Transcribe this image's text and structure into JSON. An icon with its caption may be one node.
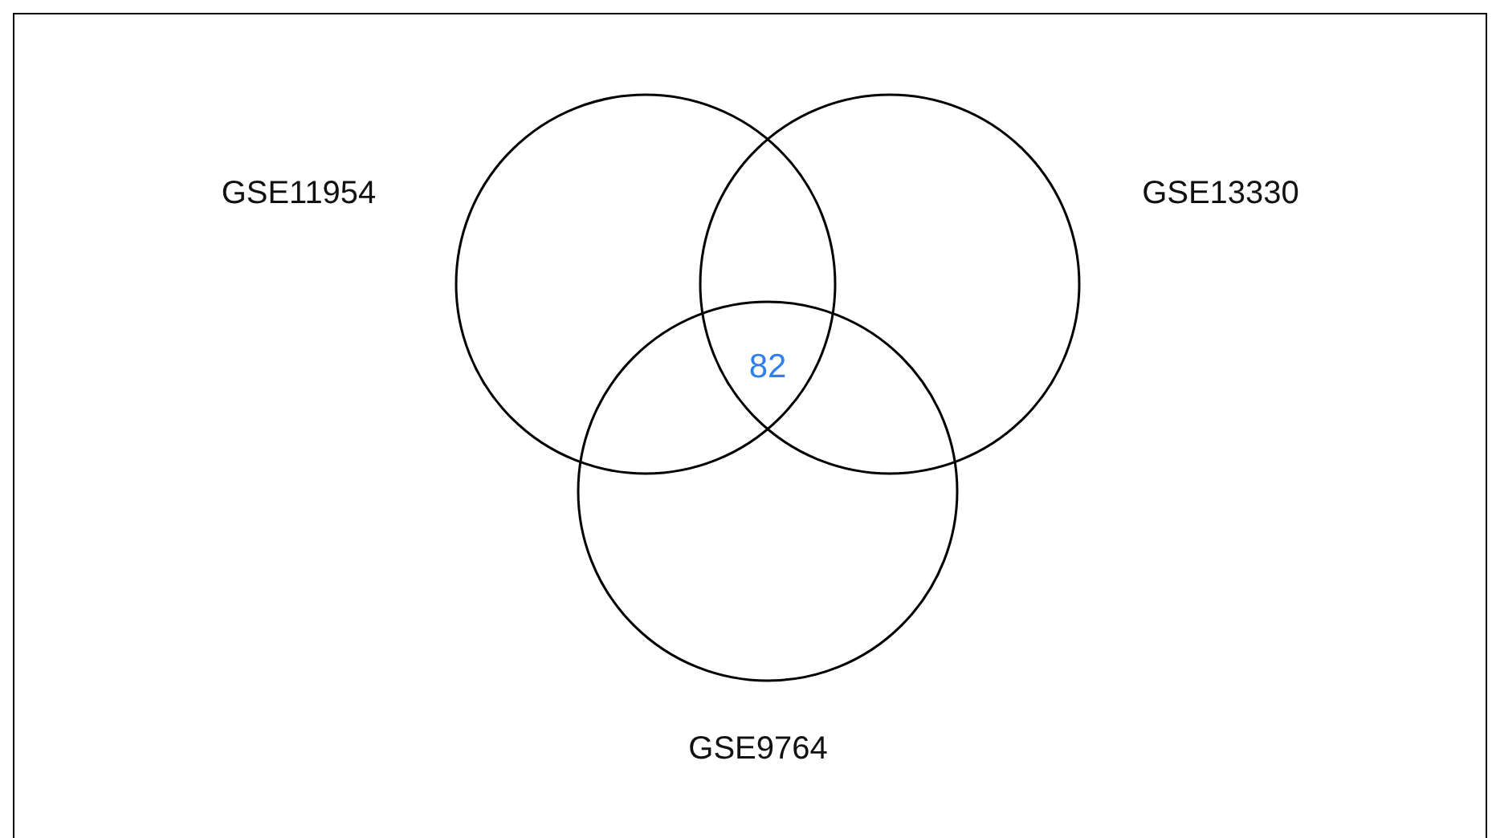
{
  "diagram": {
    "nodes": [
      {
        "text": [
          "GSE11954"
        ]
      },
      {
        "text": [
          "GSE13330"
        ]
      },
      {
        "text": [
          "GSE9764"
        ]
      }
    ],
    "labels": [
      "82"
    ]
  }
}
